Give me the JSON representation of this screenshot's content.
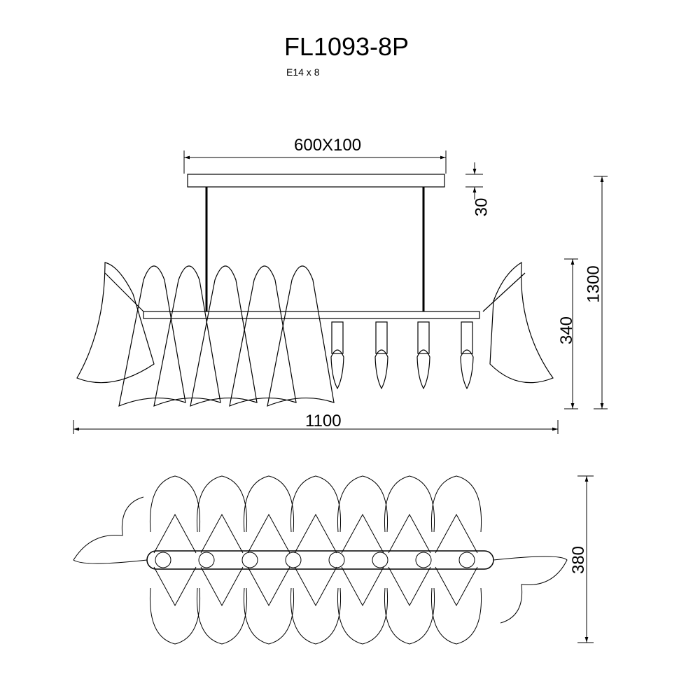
{
  "title": "FL1093-8P",
  "subtitle": "E14 x 8",
  "dimensions": {
    "canopy": "600X100",
    "canopy_height": "30",
    "total_height": "1300",
    "body_height": "340",
    "width": "1100",
    "depth": "380"
  },
  "bulb_count": 8
}
